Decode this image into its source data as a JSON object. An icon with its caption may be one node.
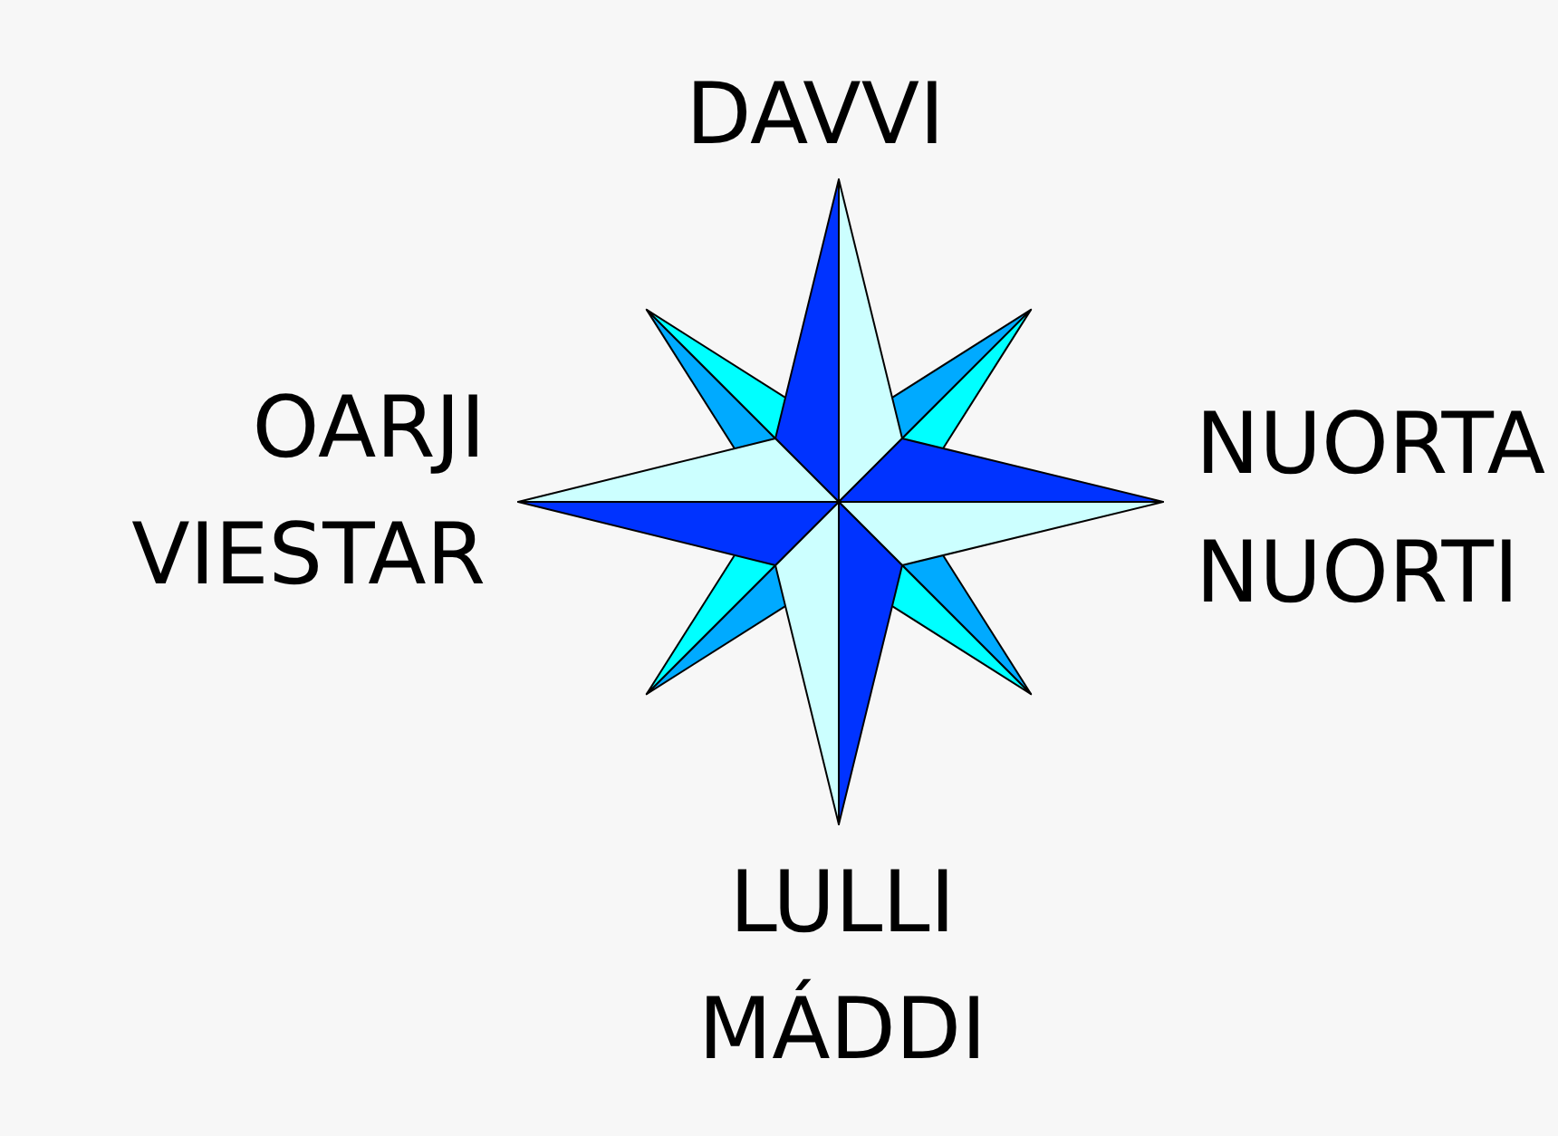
{
  "diagram": {
    "labels": [
      "DAVVI",
      "OARJI",
      "NUORTA",
      "VIESTAR",
      "NUORTI",
      "LULLI",
      "MÁDDI"
    ]
  }
}
